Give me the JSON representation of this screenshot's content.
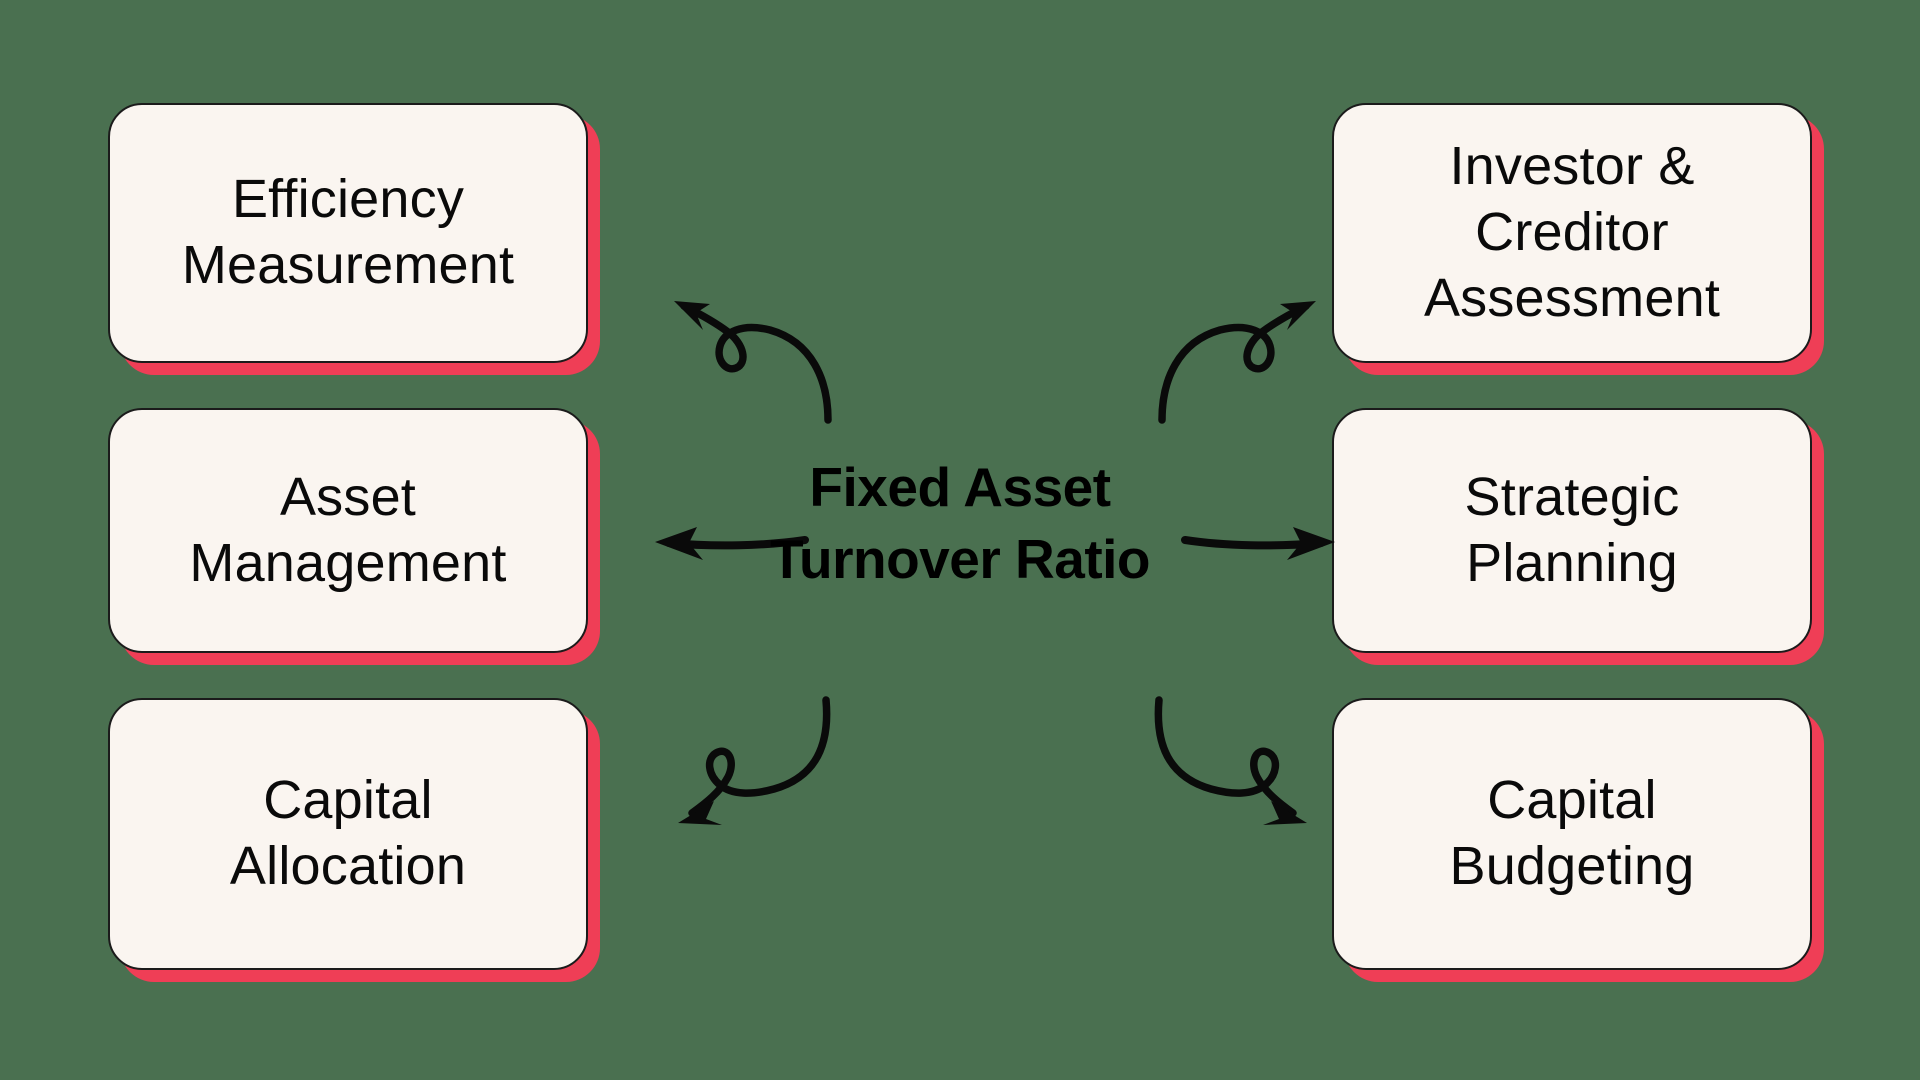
{
  "diagram": {
    "title": "Fixed Asset Turnover Ratio",
    "center_label": "Fixed Asset\nTurnover Ratio",
    "background_color": "#4A7050",
    "card_fill_color": "#FAF5F0",
    "card_border_color": "#1B1B1B",
    "card_shadow_color": "#EF3E56",
    "arrow_color": "#0A0A0A",
    "text_color": "#0A0A0A",
    "left_branches": [
      {
        "id": "efficiency-measurement",
        "label": "Efficiency\nMeasurement"
      },
      {
        "id": "asset-management",
        "label": "Asset\nManagement"
      },
      {
        "id": "capital-allocation",
        "label": "Capital\nAllocation"
      }
    ],
    "right_branches": [
      {
        "id": "investor-creditor-assessment",
        "label": "Investor &\nCreditor\nAssessment"
      },
      {
        "id": "strategic-planning",
        "label": "Strategic\nPlanning"
      },
      {
        "id": "capital-budgeting",
        "label": "Capital\nBudgeting"
      }
    ],
    "arrows": [
      {
        "id": "arrow-top-left",
        "style": "curly-loop",
        "direction": "up-left"
      },
      {
        "id": "arrow-middle-left",
        "style": "straight",
        "direction": "left"
      },
      {
        "id": "arrow-bottom-left",
        "style": "curly-loop",
        "direction": "down-left"
      },
      {
        "id": "arrow-top-right",
        "style": "curly-loop",
        "direction": "up-right"
      },
      {
        "id": "arrow-middle-right",
        "style": "straight",
        "direction": "right"
      },
      {
        "id": "arrow-bottom-right",
        "style": "curly-loop",
        "direction": "down-right"
      }
    ]
  }
}
